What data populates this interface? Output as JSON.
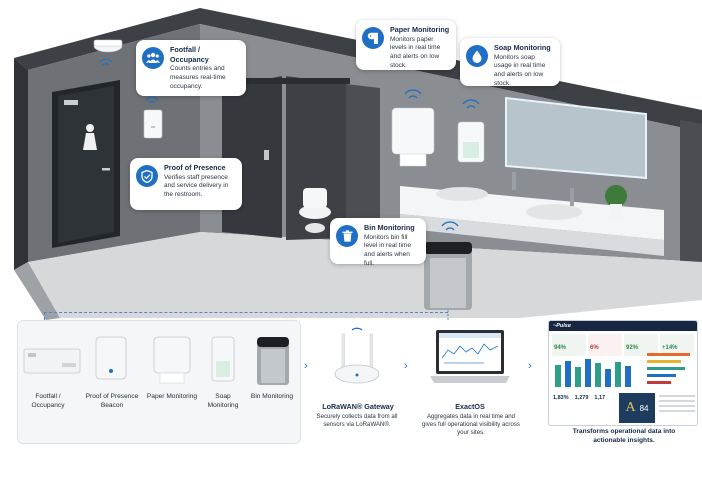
{
  "callouts": {
    "footfall": {
      "title": "Footfall / Occupancy",
      "text": "Counts entries and measures real-time occupancy.",
      "icon": "people-icon"
    },
    "presence": {
      "title": "Proof of Presence",
      "text": "Verifies staff presence and service delivery in the restroom.",
      "icon": "shield-check-icon"
    },
    "paper": {
      "title": "Paper Monitoring",
      "text": "Monitors paper levels in real time and alerts on low stock.",
      "icon": "paper-roll-icon"
    },
    "soap": {
      "title": "Soap Monitoring",
      "text": "Monitors soap usage in real time and alerts on low stock.",
      "icon": "soap-drop-icon"
    },
    "bin": {
      "title": "Bin Monitoring",
      "text": "Monitors bin fill level in real time and alerts when full.",
      "icon": "trash-icon"
    }
  },
  "devices": [
    {
      "label": "Footfall / Occupancy"
    },
    {
      "label": "Proof of Presence Beacon"
    },
    {
      "label": "Paper Monitoring"
    },
    {
      "label": "Soap Monitoring"
    },
    {
      "label": "Bin Monitoring"
    }
  ],
  "flow": {
    "gateway": {
      "title": "LoRaWAN® Gateway",
      "desc": "Securely collects data from all sensors via LoRaWAN®."
    },
    "exactos": {
      "title": "ExactOS",
      "desc": "Aggregates data in real time and gives full operational visibility across your sites."
    },
    "insights": {
      "desc": "Transforms operational data into actionable insights."
    }
  },
  "dashboard": {
    "brand": "~Pulse",
    "kpis": [
      "94%",
      "6%",
      "92%",
      "+14%"
    ],
    "grade": "A",
    "score": "84",
    "stats": [
      "1,83%",
      "1,279",
      "1,17"
    ]
  },
  "colors": {
    "accent": "#1f6fc4",
    "dark": "#152a4a",
    "wall": "#5b5e63",
    "floor": "#cfd2d5"
  }
}
